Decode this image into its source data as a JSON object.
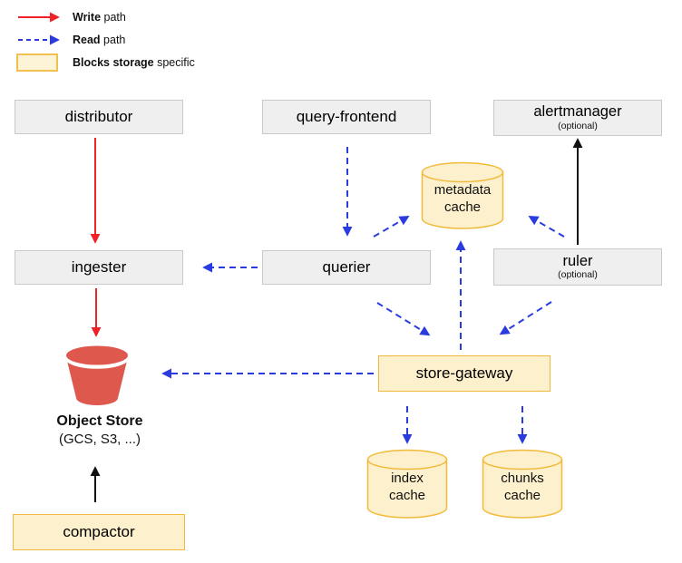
{
  "legend": {
    "items": [
      {
        "name": "write-path",
        "bold": "Write",
        "rest": " path"
      },
      {
        "name": "read-path",
        "bold": "Read",
        "rest": " path"
      },
      {
        "name": "blocks-storage",
        "bold": "Blocks storage",
        "rest": " specific"
      }
    ]
  },
  "nodes": {
    "distributor": {
      "label": "distributor"
    },
    "query_frontend": {
      "label": "query-frontend"
    },
    "alertmanager": {
      "label": "alertmanager",
      "sublabel": "(optional)"
    },
    "ingester": {
      "label": "ingester"
    },
    "querier": {
      "label": "querier"
    },
    "ruler": {
      "label": "ruler",
      "sublabel": "(optional)"
    },
    "store_gateway": {
      "label": "store-gateway"
    },
    "compactor": {
      "label": "compactor"
    },
    "metadata_cache": {
      "label": "metadata cache"
    },
    "index_cache": {
      "label": "index cache"
    },
    "chunks_cache": {
      "label": "chunks cache"
    },
    "object_store": {
      "label": "Object Store",
      "sublabel": "(GCS, S3, ...)"
    }
  },
  "edges": [
    {
      "from": "distributor",
      "to": "ingester",
      "path": "write"
    },
    {
      "from": "ingester",
      "to": "object-store",
      "path": "write"
    },
    {
      "from": "query-frontend",
      "to": "querier",
      "path": "read"
    },
    {
      "from": "querier",
      "to": "ingester",
      "path": "read"
    },
    {
      "from": "querier",
      "to": "metadata-cache",
      "path": "read"
    },
    {
      "from": "querier",
      "to": "store-gateway",
      "path": "read"
    },
    {
      "from": "store-gateway",
      "to": "metadata-cache",
      "path": "read"
    },
    {
      "from": "ruler",
      "to": "metadata-cache",
      "path": "read"
    },
    {
      "from": "ruler",
      "to": "store-gateway",
      "path": "read"
    },
    {
      "from": "ruler",
      "to": "alertmanager",
      "path": "plain"
    },
    {
      "from": "store-gateway",
      "to": "object-store",
      "path": "read"
    },
    {
      "from": "store-gateway",
      "to": "index-cache",
      "path": "read"
    },
    {
      "from": "store-gateway",
      "to": "chunks-cache",
      "path": "read"
    },
    {
      "from": "compactor",
      "to": "object-store",
      "path": "plain"
    }
  ],
  "colors": {
    "write_path": "#ee2227",
    "read_path": "#2a3ce0",
    "plain_path": "#111111",
    "component_fill": "#efefef",
    "component_border": "#c9c9c9",
    "blocks_fill": "#fdf0cc",
    "blocks_border": "#f2ba3a",
    "bucket": "#de584e"
  }
}
